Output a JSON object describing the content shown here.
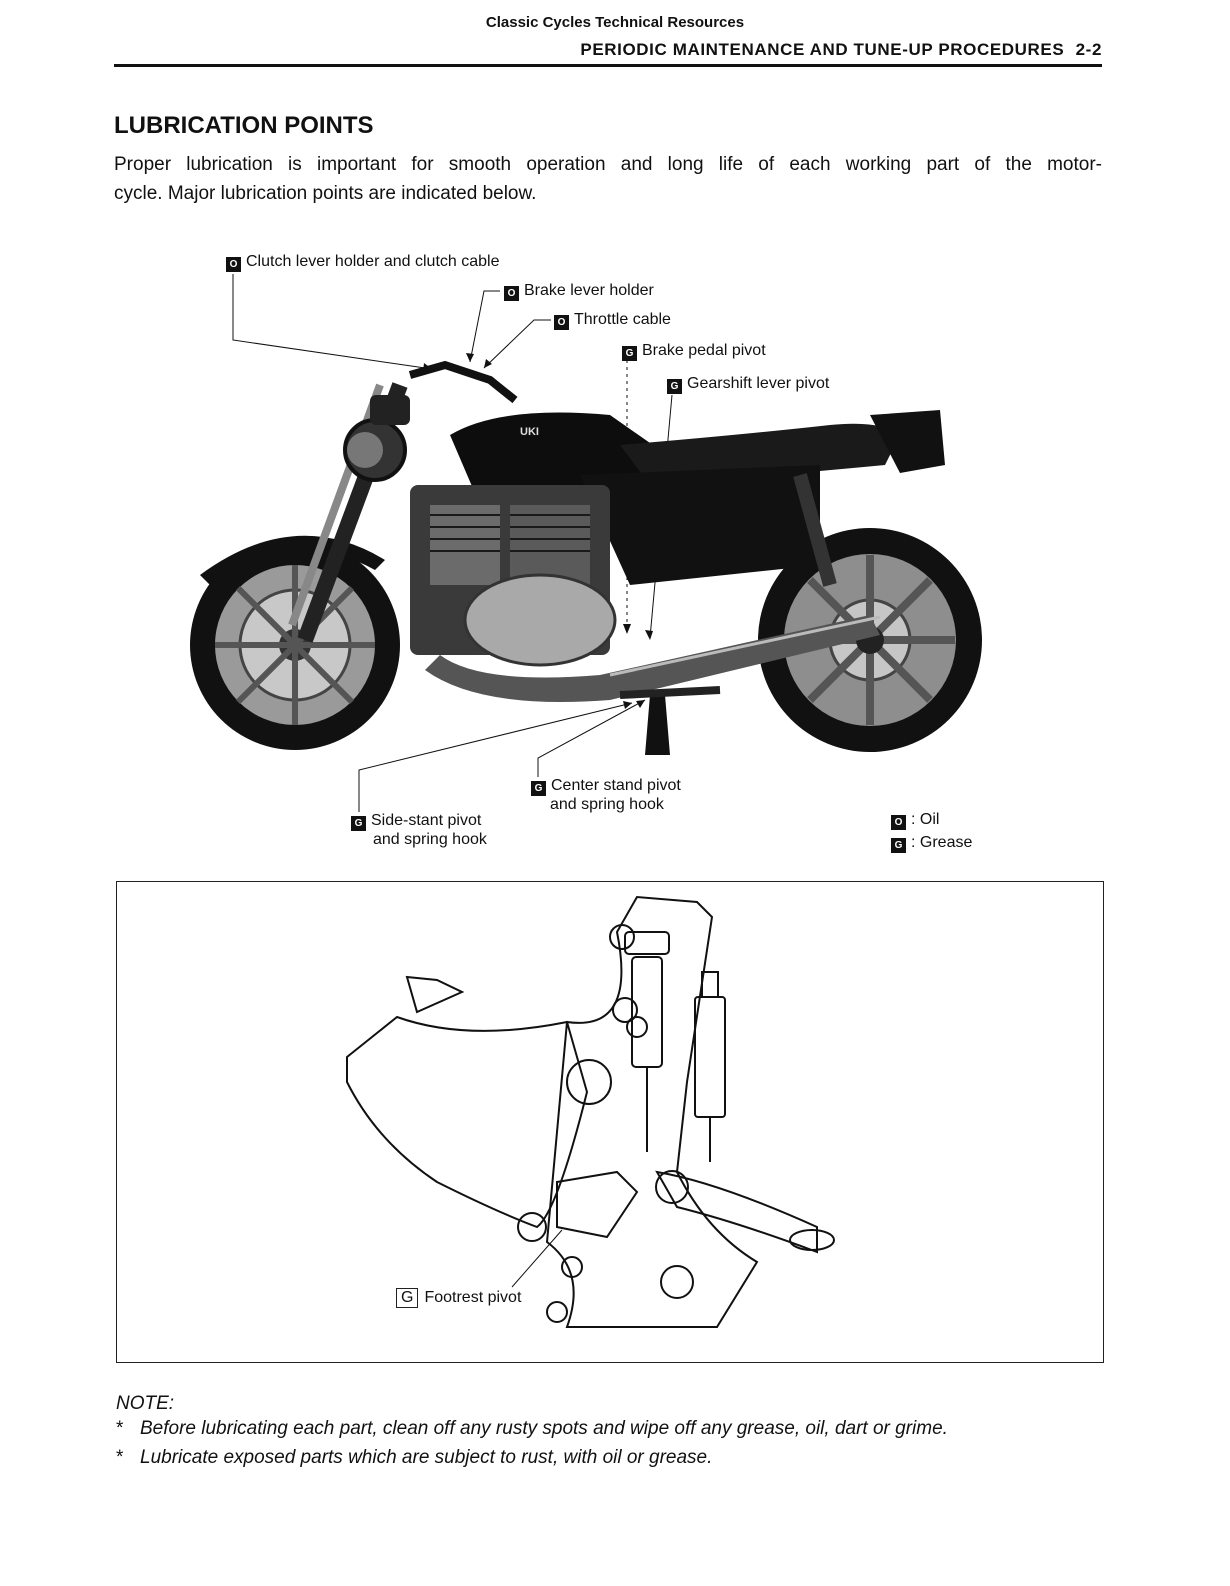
{
  "header": {
    "site": "Classic Cycles Technical Resources",
    "section": "PERIODIC MAINTENANCE AND TUNE-UP PROCEDURES",
    "page": "2-2"
  },
  "title": "LUBRICATION POINTS",
  "intro": {
    "line1": "Proper lubrication is important for smooth operation and long life of each working part of the motor-",
    "line2": "cycle. Major lubrication points are indicated below."
  },
  "callouts": {
    "clutch": "Clutch lever holder and clutch cable",
    "brake_lever": "Brake lever holder",
    "throttle": "Throttle cable",
    "brake_pedal": "Brake pedal pivot",
    "gearshift": "Gearshift lever pivot",
    "center_stand_1": "Center stand pivot",
    "center_stand_2": "and spring hook",
    "side_stand_1": "Side-stant pivot",
    "side_stand_2": "and spring hook"
  },
  "legend": {
    "oil_symbol": "O",
    "oil_label": ": Oil",
    "grease_symbol": "G",
    "grease_label": ": Grease"
  },
  "diagram": {
    "footrest_symbol": "G",
    "footrest_label": "Footrest pivot"
  },
  "note": {
    "heading": "NOTE:",
    "items": [
      "Before lubricating each part, clean off any rusty spots and wipe off any grease, oil, dart or grime.",
      "Lubricate exposed parts which are subject to rust, with oil or grease."
    ],
    "bullet": "*"
  }
}
